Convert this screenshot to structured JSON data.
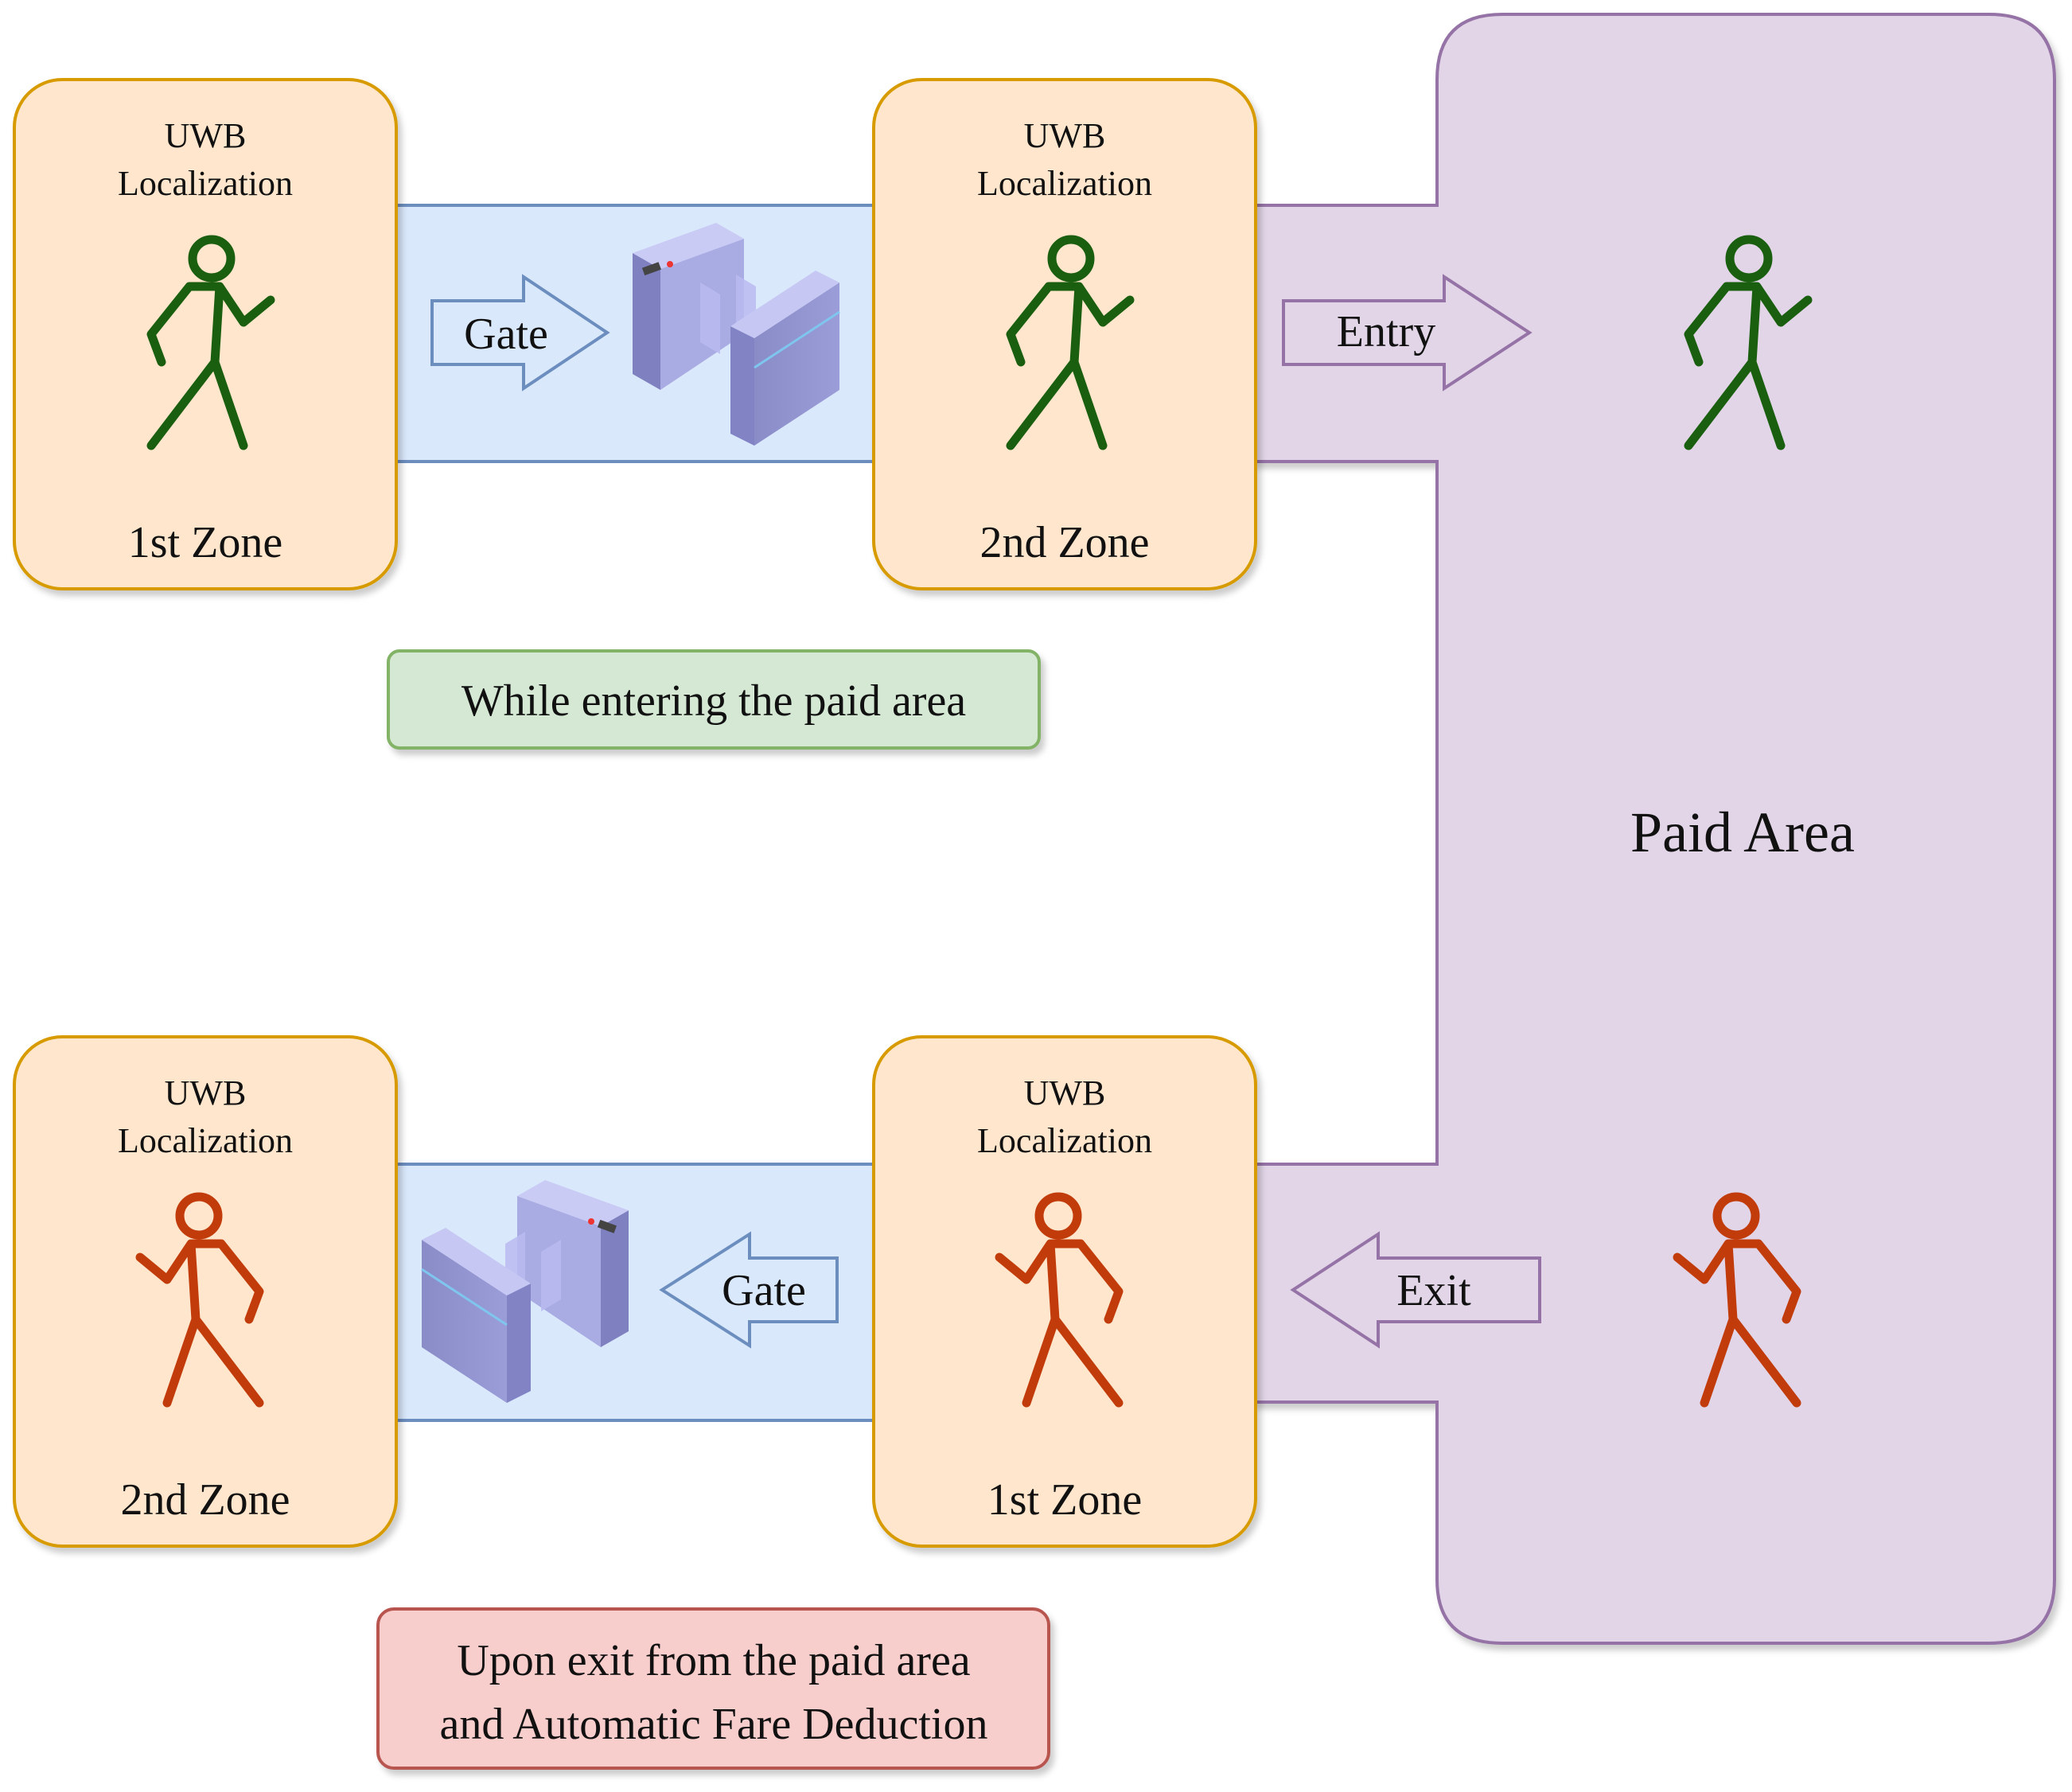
{
  "paid_area": {
    "label": "Paid Area"
  },
  "entry_row": {
    "zone1": {
      "title": "UWB",
      "subtitle": "Localization",
      "name": "1st Zone"
    },
    "gate_label": "Gate",
    "zone2": {
      "title": "UWB",
      "subtitle": "Localization",
      "name": "2nd Zone"
    },
    "entry_label": "Entry",
    "caption": "While entering the paid area"
  },
  "exit_row": {
    "zone2": {
      "title": "UWB",
      "subtitle": "Localization",
      "name": "2nd Zone"
    },
    "gate_label": "Gate",
    "zone1": {
      "title": "UWB",
      "subtitle": "Localization",
      "name": "1st Zone"
    },
    "exit_label": "Exit",
    "caption_line1": "Upon exit from the paid area",
    "caption_line2": "and Automatic Fare Deduction"
  },
  "colors": {
    "zone_fill": "#ffe6cc",
    "zone_stroke": "#d79b00",
    "gate_band_fill": "#dae8fc",
    "gate_band_stroke": "#6c8ebf",
    "paid_fill": "#e1d5e7",
    "paid_stroke": "#9673a6",
    "entry_person": "#1a5e0f",
    "exit_person": "#c23c0b",
    "entry_caption_fill": "#d5e8d4",
    "entry_caption_stroke": "#82b366",
    "exit_caption_fill": "#f8cecc",
    "exit_caption_stroke": "#b85450"
  },
  "icons": [
    "walking-person-icon",
    "turnstile-gate-icon",
    "arrow-right-icon",
    "arrow-left-icon"
  ]
}
